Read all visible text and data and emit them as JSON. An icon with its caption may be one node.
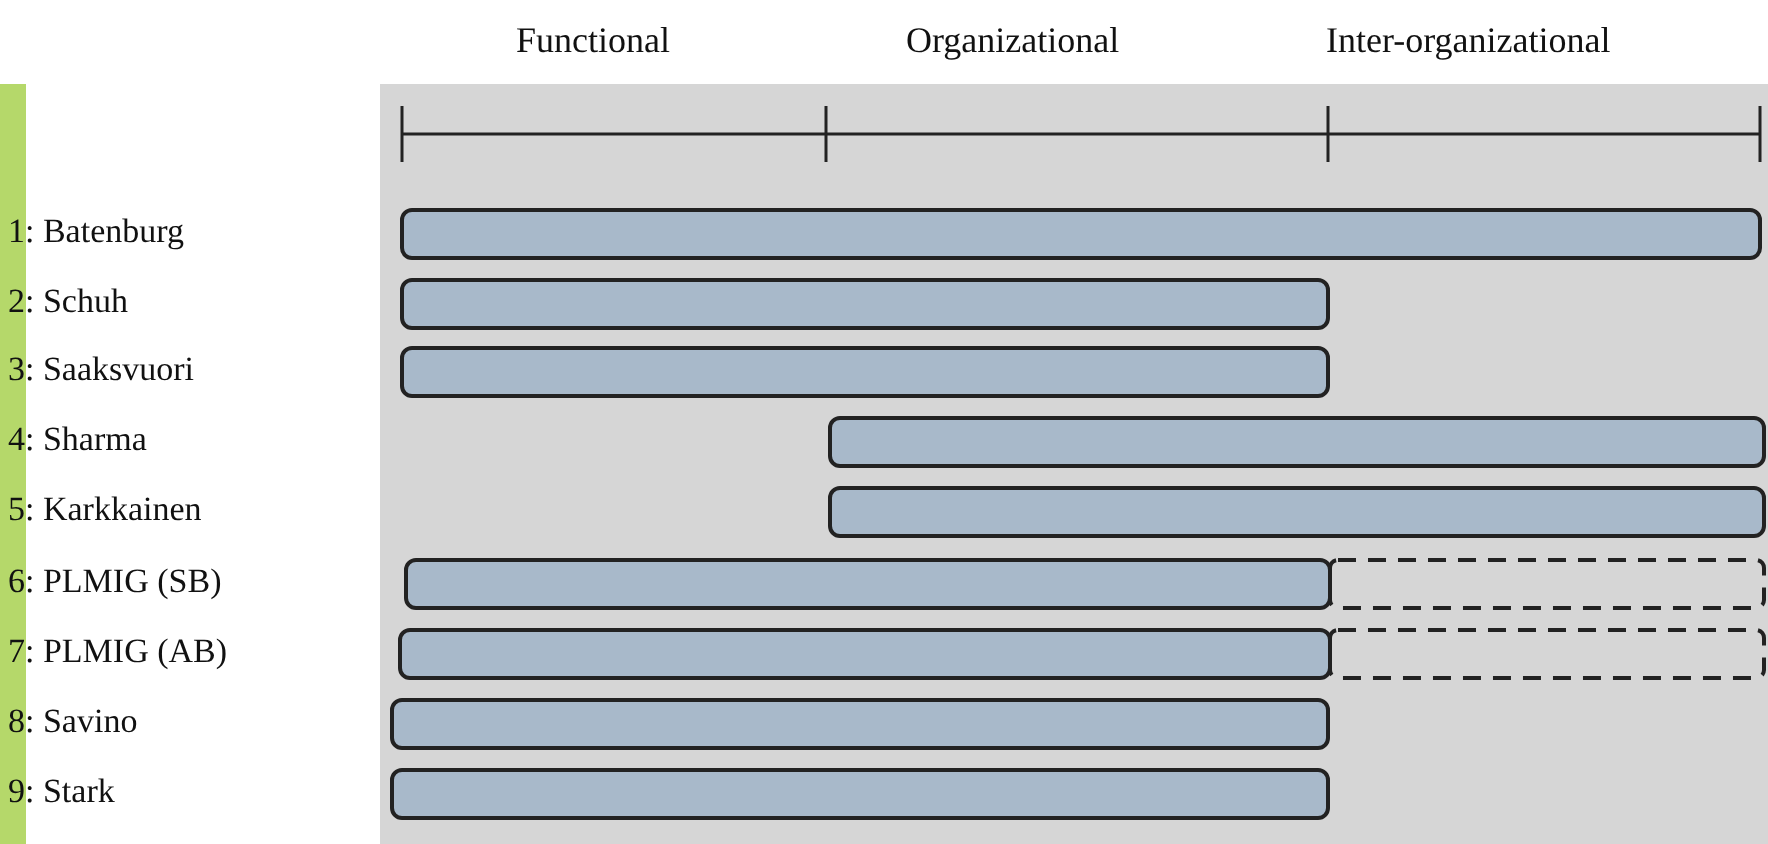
{
  "diagram": {
    "labels": [
      "Functional",
      "Organizational",
      "Inter-organizational",
      "1: Batenburg",
      "2: Schuh",
      "3: Saaksvuori",
      "4: Sharma",
      "5: Karkkainen",
      "6: PLMIG (SB)",
      "7: PLMIG (AB)",
      "8: Savino",
      "9: Stark"
    ]
  }
}
